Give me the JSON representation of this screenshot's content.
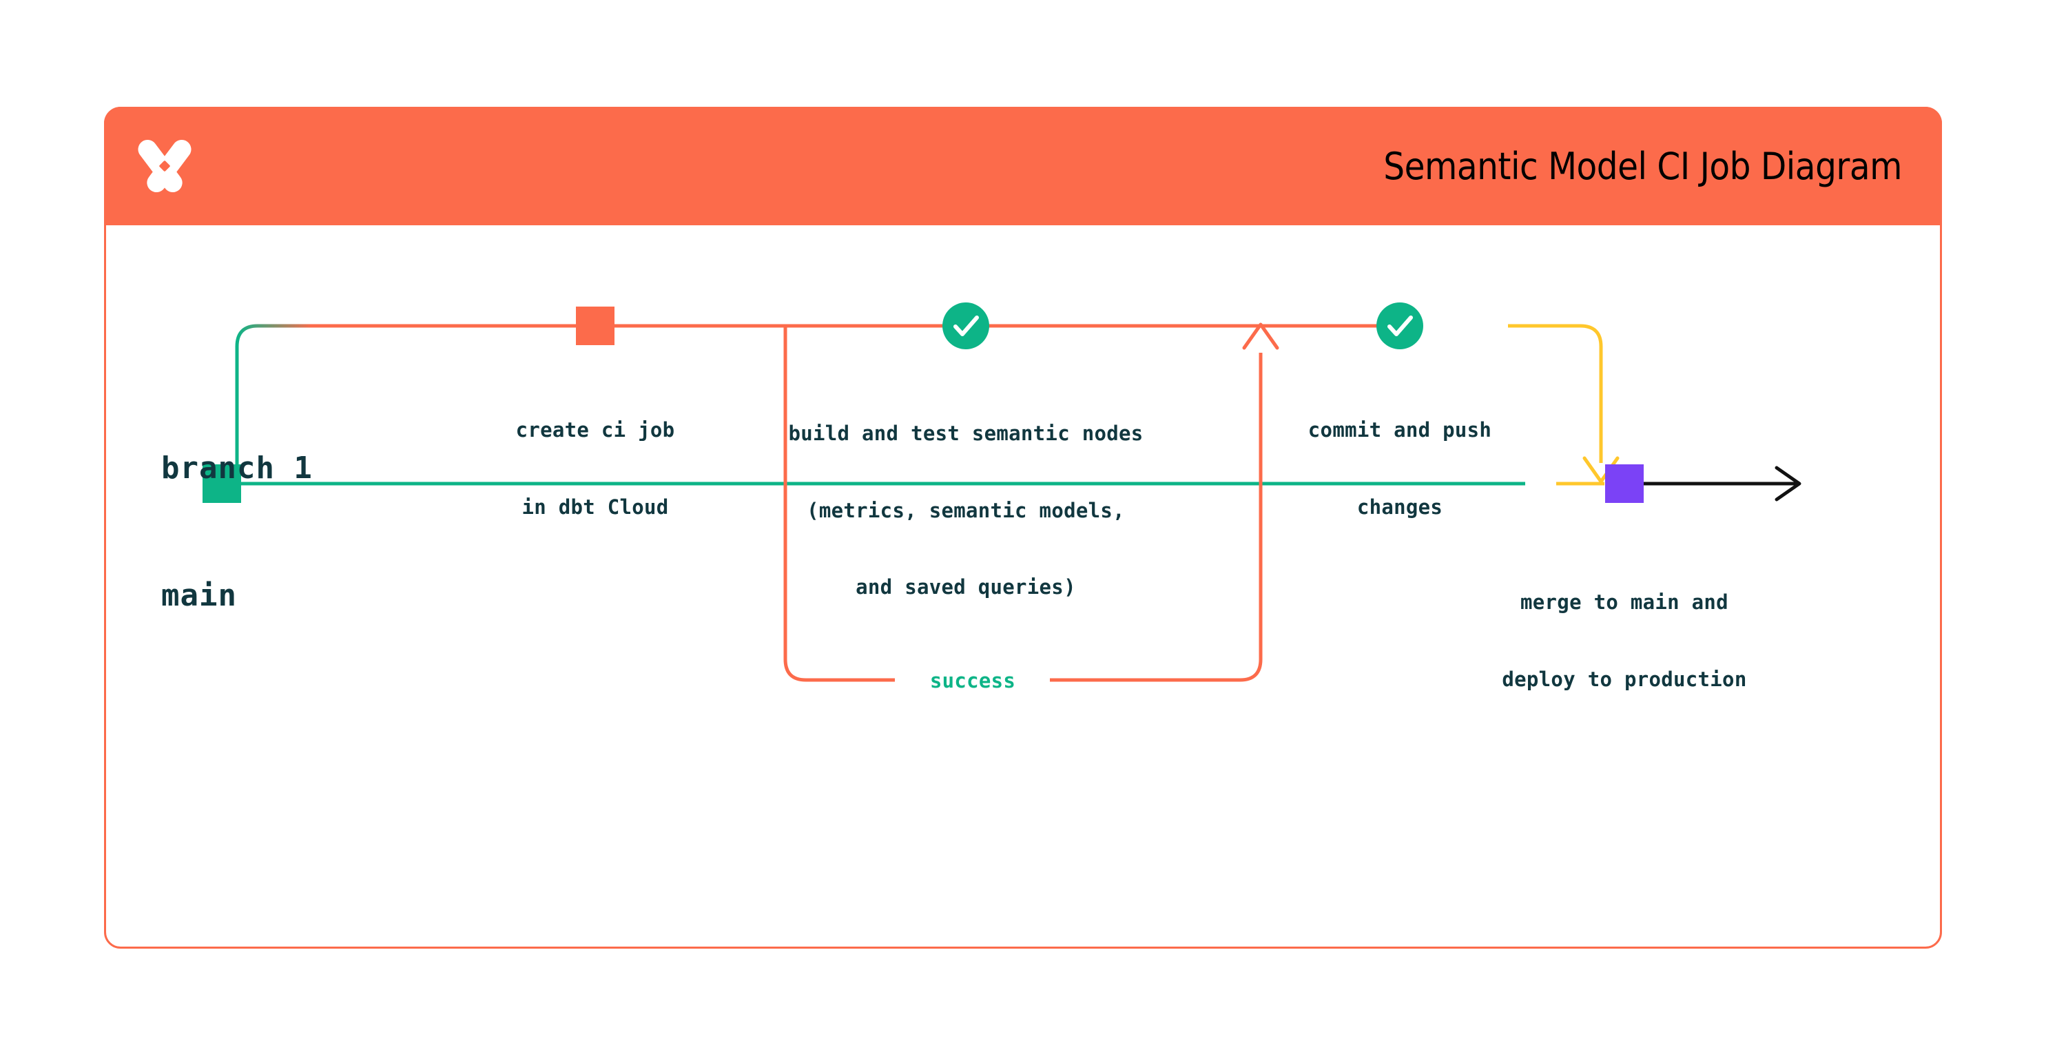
{
  "header": {
    "title": "Semantic Model CI Job Diagram",
    "logo_icon": "dbt-x-logo-icon",
    "background_color": "#FC6B4B",
    "title_color": "#000000"
  },
  "colors": {
    "coral": "#FC6B4B",
    "green": "#0DB487",
    "yellow": "#FFC72C",
    "purple": "#7B42F6",
    "black": "#111111",
    "text_navy": "#11373F"
  },
  "diagram": {
    "type": "git-branch-flow",
    "branches": [
      {
        "id": "branch-1",
        "label": "branch 1",
        "lane": "top",
        "line_color_start": "#0DB487",
        "line_color_end": "#FFC72C"
      },
      {
        "id": "main",
        "label": "main",
        "lane": "bottom",
        "line_color": "#0DB487"
      }
    ],
    "nodes": [
      {
        "id": "create-ci-job",
        "marker": "square",
        "marker_color": "#FC6B4B",
        "label_line_1": "create ci job",
        "label_line_2": "in dbt Cloud",
        "branch": "branch-1"
      },
      {
        "id": "build-and-test",
        "marker": "check-circle",
        "marker_color": "#0DB487",
        "check_icon": "check-icon",
        "label_line_1": "build and test semantic nodes",
        "label_line_2": "(metrics, semantic models,",
        "label_line_3": "and saved queries)",
        "branch": "branch-1"
      },
      {
        "id": "commit-and-push",
        "marker": "check-circle",
        "marker_color": "#0DB487",
        "check_icon": "check-icon",
        "label_line_1": "commit and push",
        "label_line_2": "changes",
        "branch": "branch-1"
      },
      {
        "id": "merge-to-main",
        "marker": "square",
        "marker_color": "#7B42F6",
        "label_line_1": "merge to main and",
        "label_line_2": "deploy to production",
        "branch": "main"
      },
      {
        "id": "main-start",
        "marker": "square",
        "marker_color": "#0DB487",
        "branch": "main"
      }
    ],
    "loop": {
      "id": "success-loop",
      "label": "success",
      "label_color": "#0DB487",
      "stroke_color": "#FC6B4B",
      "arrow_direction": "up"
    },
    "merge_arrow": {
      "id": "merge-arrow",
      "color": "#FFC72C",
      "direction": "down"
    },
    "continuation_arrow": {
      "id": "main-continuation-arrow",
      "color": "#111111",
      "direction": "right"
    }
  }
}
